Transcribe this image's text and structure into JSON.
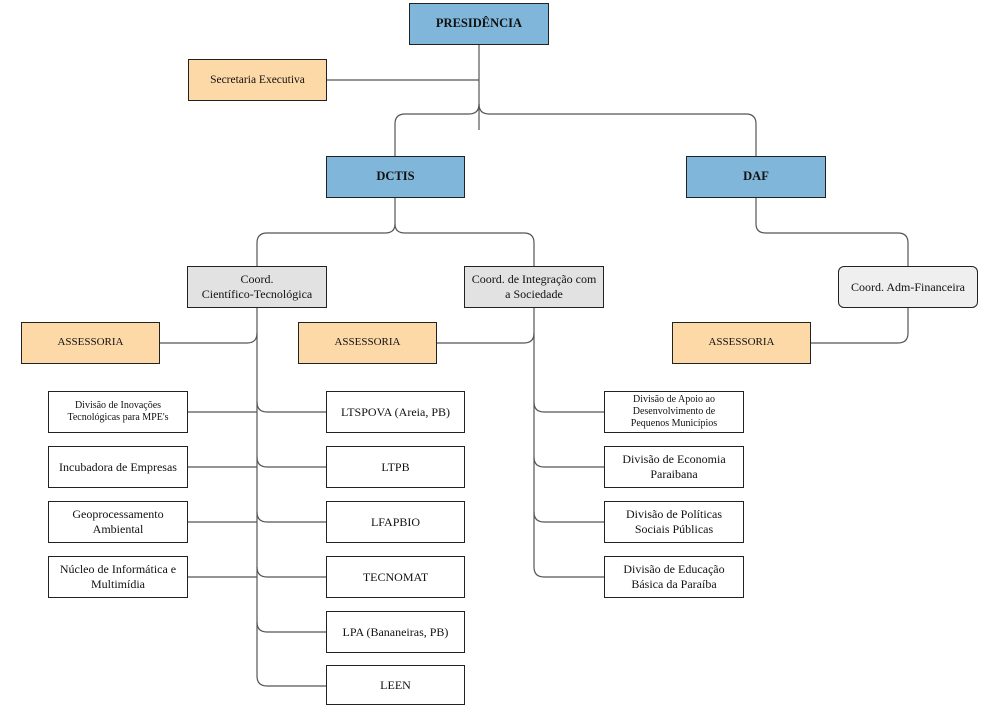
{
  "colors": {
    "top_level": "#7fb6d9",
    "staff": "#fdd9a7",
    "coordination": "#e2e2e2",
    "unit": "#ffffff",
    "connector": "#555555"
  },
  "chart": {
    "presidencia": "PRESIDÊNCIA",
    "secretaria": "Secretaria Executiva",
    "dctis": "DCTIS",
    "daf": "DAF",
    "coord_cientifico": "Coord.\nCientífico-Tecnológica",
    "coord_integracao": "Coord. de Integração com\na Sociedade",
    "coord_adm": "Coord. Adm-Financeira",
    "assessoria_1": "ASSESSORIA",
    "assessoria_2": "ASSESSORIA",
    "assessoria_3": "ASSESSORIA",
    "div_inovacoes": "Divisão de Inovações\nTecnológicas para MPE's",
    "incubadora": "Incubadora de Empresas",
    "geoprocessamento": "Geoprocessamento\nAmbiental",
    "nucleo_informatica": "Núcleo de Informática e\nMultimídia",
    "ltspova": "LTSPOVA (Areia, PB)",
    "ltpb": "LTPB",
    "lfapbio": "LFAPBIO",
    "tecnomat": "TECNOMAT",
    "lpa": "LPA (Bananeiras, PB)",
    "leen": "LEEN",
    "div_apoio": "Divisão de Apoio ao\nDesenvolvimento de\nPequenos Municípios",
    "div_economia": "Divisão de Economia\nParaibana",
    "div_politicas": "Divisão de Políticas\nSociais Públicas",
    "div_educacao": "Divisão de Educação\nBásica da Paraíba"
  }
}
